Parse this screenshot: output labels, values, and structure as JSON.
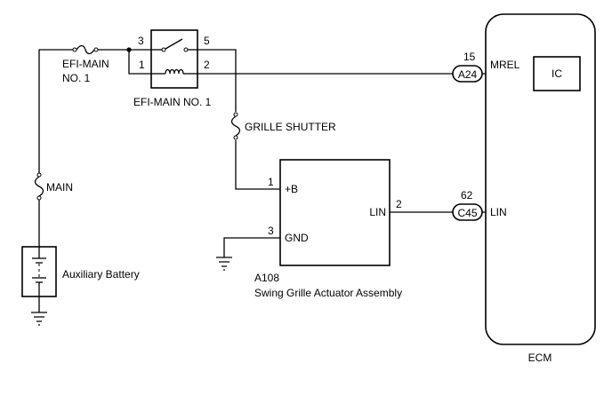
{
  "fuse_efi_main": {
    "label_line1": "EFI-MAIN",
    "label_line2": "NO. 1"
  },
  "fuse_main": {
    "label": "MAIN"
  },
  "fuse_grille_shutter": {
    "label": "GRILLE SHUTTER"
  },
  "relay": {
    "label": "EFI-MAIN NO. 1",
    "pins": {
      "p3": "3",
      "p5": "5",
      "p1": "1",
      "p2": "2"
    }
  },
  "battery": {
    "label": "Auxiliary Battery"
  },
  "actuator": {
    "code": "A108",
    "name": "Swing Grille Actuator Assembly",
    "terminals": {
      "plus_b": "+B",
      "gnd": "GND",
      "lin": "LIN"
    },
    "pins": {
      "plus_b": "1",
      "gnd": "3",
      "lin": "2"
    }
  },
  "connectors": {
    "a24": {
      "label": "A24",
      "pin": "15"
    },
    "c45": {
      "label": "C45",
      "pin": "62"
    }
  },
  "ecm": {
    "label": "ECM",
    "terminals": {
      "mrel": "MREL",
      "lin": "LIN"
    },
    "ic_label": "IC"
  }
}
